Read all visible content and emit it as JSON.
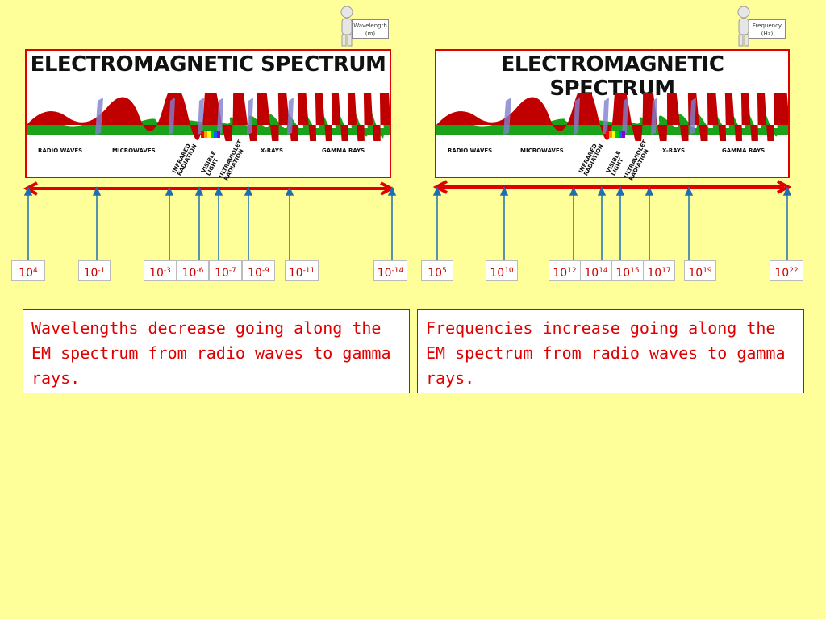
{
  "wavelength_panel": {
    "sign": {
      "line1": "Wavelength",
      "line2": "(m)"
    },
    "title": "ELECTROMAGNETIC SPECTRUM",
    "bands": [
      "RADIO WAVES",
      "MICROWAVES",
      "INFRARED",
      "RADIATION",
      "VISIBLE",
      "LIGHT",
      "ULTRAVIOLET",
      "RADIATION",
      "X-RAYS",
      "GAMMA RAYS"
    ],
    "ticks": [
      {
        "base": "10",
        "exp": "4"
      },
      {
        "base": "10",
        "exp": "-1"
      },
      {
        "base": "10",
        "exp": "-3"
      },
      {
        "base": "10",
        "exp": "-6"
      },
      {
        "base": "10",
        "exp": "-7"
      },
      {
        "base": "10",
        "exp": "-9"
      },
      {
        "base": "10",
        "exp": "-11"
      },
      {
        "base": "10",
        "exp": "-14"
      }
    ],
    "caption": "Wavelengths decrease going along the EM spectrum from radio waves to gamma rays."
  },
  "frequency_panel": {
    "sign": {
      "line1": "Frequency",
      "line2": "(Hz)"
    },
    "title": "ELECTROMAGNETIC SPECTRUM",
    "bands": [
      "RADIO WAVES",
      "MICROWAVES",
      "INFRARED",
      "RADIATION",
      "VISIBLE",
      "LIGHT",
      "ULTRAVIOLET",
      "RADIATION",
      "X-RAYS",
      "GAMMA RAYS"
    ],
    "ticks": [
      {
        "base": "10",
        "exp": "5"
      },
      {
        "base": "10",
        "exp": "10"
      },
      {
        "base": "10",
        "exp": "12"
      },
      {
        "base": "10",
        "exp": "14"
      },
      {
        "base": "10",
        "exp": "15"
      },
      {
        "base": "10",
        "exp": "17"
      },
      {
        "base": "10",
        "exp": "19"
      },
      {
        "base": "10",
        "exp": "22"
      }
    ],
    "caption": "Frequencies increase going along the EM spectrum from radio waves to gamma rays."
  },
  "colors": {
    "background": "#ffff99",
    "accent_red": "#e00000",
    "arrow_blue": "#1f6fb0",
    "wave_red": "#c00000",
    "wave_green": "#1aa31a"
  }
}
